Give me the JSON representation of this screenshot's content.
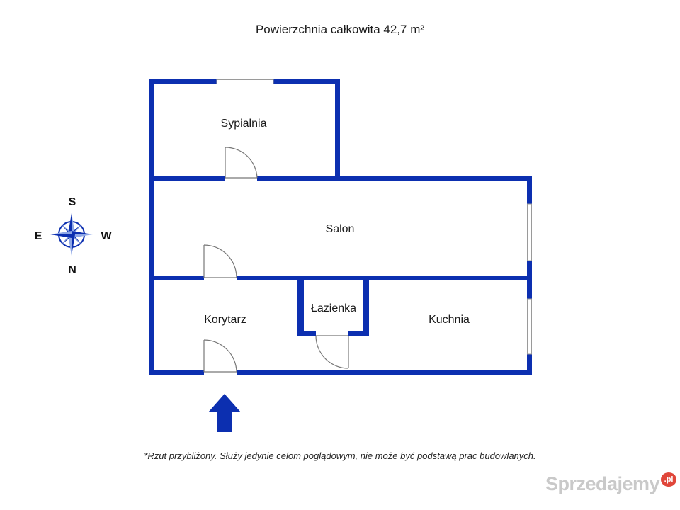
{
  "title": "Powierzchnia całkowita 42,7 m²",
  "rooms": {
    "bedroom": "Sypialnia",
    "living": "Salon",
    "corridor": "Korytarz",
    "bathroom": "Łazienka",
    "kitchen": "Kuchnia"
  },
  "compass": {
    "top": "S",
    "left": "E",
    "right": "W",
    "bottom": "N"
  },
  "disclaimer": "*Rzut przybliżony. Służy jedynie celom poglądowym, nie może być podstawą prac budowlanych.",
  "watermark": {
    "text": "Sprzedajemy",
    "badge": ".pl"
  },
  "colors": {
    "wall": "#0c2fb0",
    "compass_dark": "#0c2fb0",
    "compass_light": "#8ea7e6",
    "watermark_badge": "#e0463a"
  }
}
